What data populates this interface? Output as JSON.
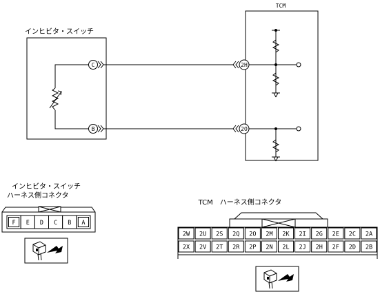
{
  "diagram": {
    "tcm_title": "TCM",
    "inhibitor_title": "インヒビタ・スイッチ",
    "switch_pin_c": "C",
    "switch_pin_b": "B",
    "tcm_pin_2h": "2H",
    "tcm_pin_2o": "2O"
  },
  "inhibitor_connector": {
    "title_line1": "インヒビタ・スイッチ",
    "title_line2": "ハーネス側コネクタ",
    "pins": [
      "F",
      "E",
      "D",
      "C",
      "B",
      "A"
    ]
  },
  "tcm_connector": {
    "title": "TCM　ハーネス側コネクタ",
    "top_row": [
      "2W",
      "2U",
      "2S",
      "2Q",
      "2O",
      "2M",
      "2K",
      "2I",
      "2G",
      "2E",
      "2C",
      "2A"
    ],
    "bottom_row": [
      "2X",
      "2V",
      "2T",
      "2R",
      "2P",
      "2N",
      "2L",
      "2J",
      "2H",
      "2F",
      "2D",
      "2B"
    ]
  }
}
